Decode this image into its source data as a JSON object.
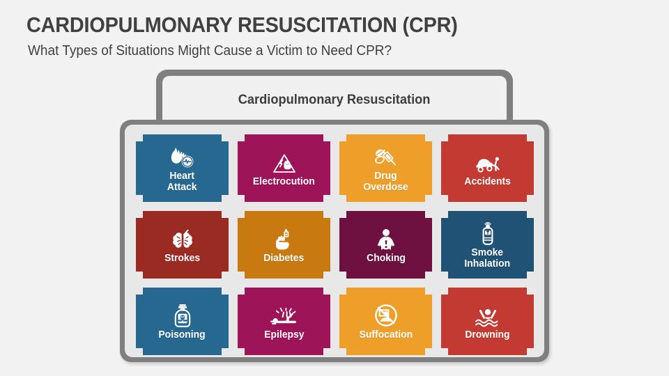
{
  "slide": {
    "title": "CARDIOPULMONARY RESUSCITATION (CPR)",
    "subtitle": "What Types of Situations Might Cause a Victim to Need CPR?",
    "background_color": "#f2f2f2",
    "title_color": "#404040"
  },
  "diagram": {
    "header_label": "Cardiopulmonary Resuscitation",
    "frame_color": "#7f7f7f",
    "frame_fill_color": "#e8e8e8",
    "header_fill_color": "#f0f0f0",
    "cards": [
      {
        "label": "Heart\nAttack",
        "icon": "heart-attack-icon",
        "color": "#26688f",
        "row": 1,
        "column": 1
      },
      {
        "label": "Electrocution",
        "icon": "electrocution-warning-icon",
        "color": "#9e1458",
        "row": 1,
        "column": 2
      },
      {
        "label": "Drug\nOverdose",
        "icon": "pills-syringe-icon",
        "color": "#ee9f2a",
        "row": 1,
        "column": 3
      },
      {
        "label": "Accidents",
        "icon": "car-accident-icon",
        "color": "#c33a32",
        "row": 1,
        "column": 4
      },
      {
        "label": "Strokes",
        "icon": "brain-lightning-icon",
        "color": "#9a2b23",
        "row": 2,
        "column": 1
      },
      {
        "label": "Diabetes",
        "icon": "finger-prick-glucose-icon",
        "color": "#c87a10",
        "row": 2,
        "column": 2
      },
      {
        "label": "Choking",
        "icon": "choking-person-icon",
        "color": "#6e1140",
        "row": 2,
        "column": 3
      },
      {
        "label": "Smoke\nInhalation",
        "icon": "oxygen-tank-icon",
        "color": "#1f5274",
        "row": 2,
        "column": 4
      },
      {
        "label": "Poisoning",
        "icon": "poison-bottle-icon",
        "color": "#26688f",
        "row": 3,
        "column": 1
      },
      {
        "label": "Epilepsy",
        "icon": "seizure-person-icon",
        "color": "#9e1458",
        "row": 3,
        "column": 2
      },
      {
        "label": "Suffocation",
        "icon": "no-suffocation-icon",
        "color": "#ee9f2a",
        "row": 3,
        "column": 3
      },
      {
        "label": "Drowning",
        "icon": "drowning-person-icon",
        "color": "#c33a32",
        "row": 3,
        "column": 4
      }
    ]
  }
}
